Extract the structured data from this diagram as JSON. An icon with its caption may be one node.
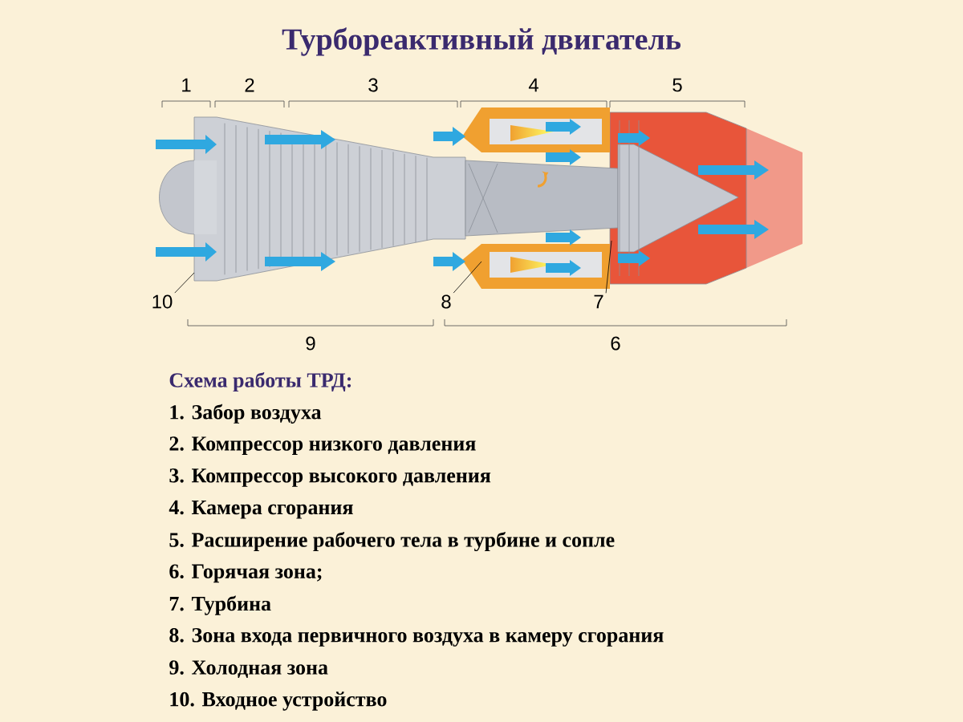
{
  "diagram": {
    "title": "Турбореактивный двигатель",
    "nodes": [
      {
        "text": [
          "10"
        ]
      },
      {
        "text": [
          "8"
        ]
      },
      {
        "text": [
          "7"
        ]
      }
    ],
    "edges": [
      {
        "from": 0,
        "to": null,
        "arrow": "none"
      },
      {
        "from": 1,
        "to": null,
        "arrow": "none"
      },
      {
        "from": 2,
        "to": null,
        "arrow": "none"
      }
    ],
    "labels": [
      "1",
      "2",
      "3",
      "4",
      "5",
      "9",
      "6",
      "Схема работы ТРД:",
      "1. Забор воздуха",
      "2. Компрессор низкого давления",
      "3. Компрессор высокого давления",
      "4. Камера сгорания",
      "5. Расширение рабочего тела в турбине и сопле",
      "6. Горячая зона;",
      "7. Турбина",
      "8. Зона входа первичного воздуха в камеру сгорания",
      "9. Холодная зона",
      "10. Входное устройство"
    ]
  }
}
